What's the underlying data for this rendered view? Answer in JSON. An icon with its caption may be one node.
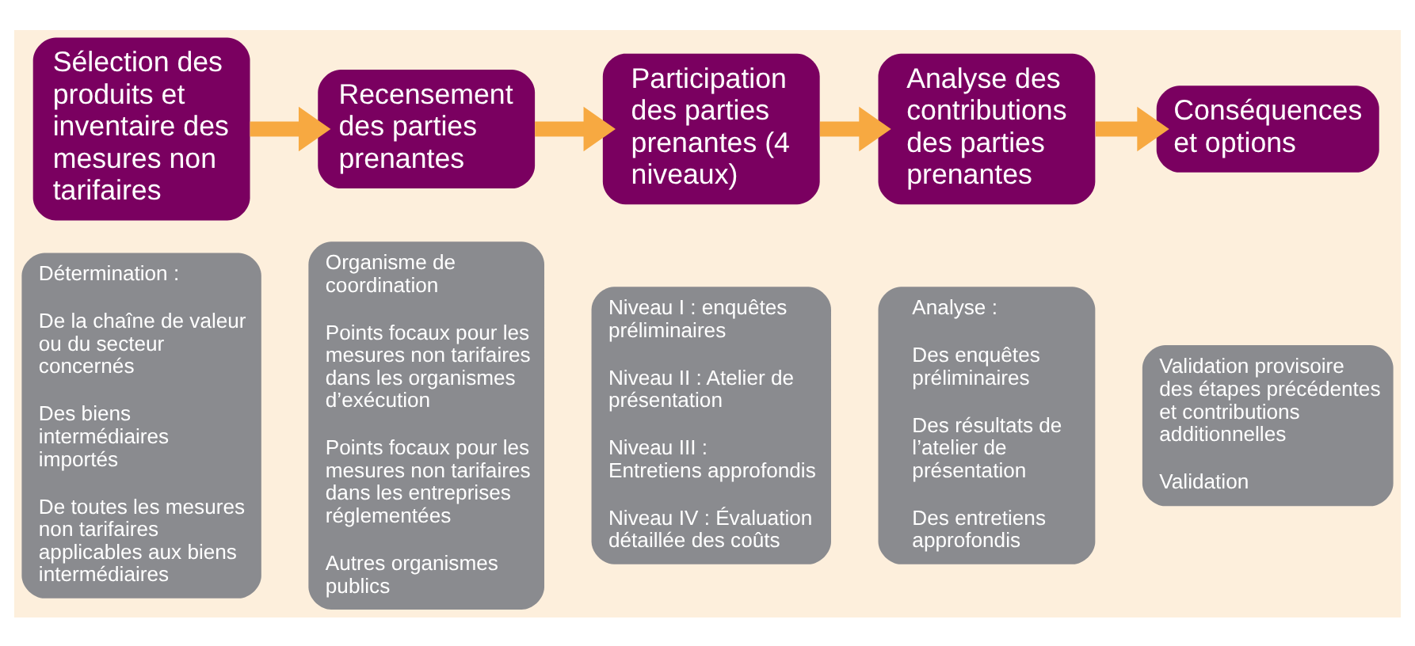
{
  "diagram": {
    "nodes": [
      {
        "text": [
          "Sélection des produits et inventaire des mesures non tarifaires"
        ]
      },
      {
        "text": [
          "Recensement des parties prenantes"
        ]
      },
      {
        "text": [
          "Participation des parties prenantes (4 niveaux)"
        ]
      },
      {
        "text": [
          "Analyse des contributions des parties prenantes"
        ]
      },
      {
        "text": [
          "Conséquences et options"
        ]
      },
      {
        "text": [
          "Détermination :",
          "De la chaîne de valeur ou du secteur concernés",
          "Des biens intermédiaires importés",
          "De toutes les mesures non tarifaires applicables aux biens intermédiaires"
        ]
      },
      {
        "text": [
          "Organisme de coordination",
          "Points focaux pour les mesures non tarifaires dans les organismes d’exécution",
          "Points focaux pour les mesures non tarifaires dans les entreprises réglementées",
          "Autres organismes publics"
        ]
      },
      {
        "text": [
          "Niveau I : enquêtes préliminaires",
          "Niveau II : Atelier de présentation",
          "Niveau III : Entretiens approfondis",
          "Niveau IV : Évaluation détaillée des coûts"
        ]
      },
      {
        "text": [
          "Analyse :",
          "Des enquêtes préliminaires",
          "Des résultats de l’atelier de présentation",
          "Des entretiens approfondis"
        ]
      },
      {
        "text": [
          "Validation provisoire des étapes précédentes et contributions additionnelles",
          "Validation"
        ]
      }
    ],
    "edges": [
      {
        "from": 0,
        "to": 1,
        "arrow": "to"
      },
      {
        "from": 1,
        "to": 2,
        "arrow": "to"
      },
      {
        "from": 2,
        "to": 3,
        "arrow": "to"
      },
      {
        "from": 3,
        "to": 4,
        "arrow": "to"
      }
    ]
  }
}
